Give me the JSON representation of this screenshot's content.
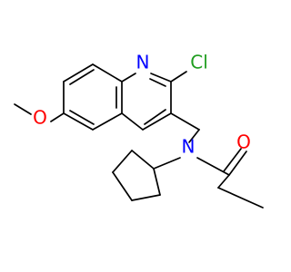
{
  "molecule": {
    "atom_labels": {
      "nitrogen_ring": "N",
      "chlorine": "Cl",
      "oxygen_methoxy": "O",
      "nitrogen_amide": "N",
      "oxygen_carbonyl": "O"
    },
    "colors": {
      "carbon_bonds": "#000000",
      "nitrogen": "#0000ff",
      "oxygen": "#ff0000",
      "chlorine": "#1f9d1f",
      "background": "#ffffff"
    }
  }
}
